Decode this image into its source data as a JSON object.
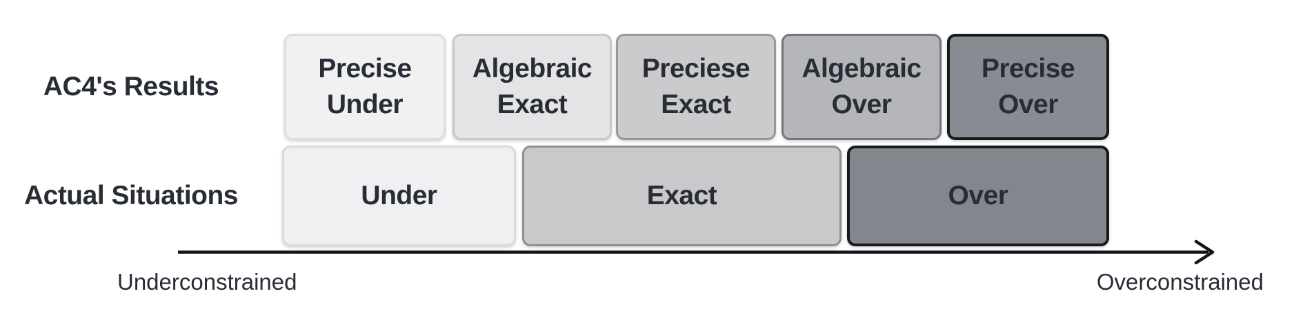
{
  "text_color": "#272c35",
  "rows": [
    {
      "label": "AC4's Results",
      "boxes": [
        {
          "label": "Precise\nUnder",
          "fill": "#f1f1f2",
          "border": "#dddde0"
        },
        {
          "label": "Algebraic\nExact",
          "fill": "#e4e4e6",
          "border": "#c8c8cb"
        },
        {
          "label": "Preciese\nExact",
          "fill": "#cbcbce",
          "border": "#97979b"
        },
        {
          "label": "Algebraic\nOver",
          "fill": "#b5b6ba",
          "border": "#74767b"
        },
        {
          "label": "Precise\nOver",
          "fill": "#878b92",
          "border": "#17191d"
        }
      ]
    },
    {
      "label": "Actual Situations",
      "boxes": [
        {
          "label": "Under",
          "fill": "#f0f0f2",
          "border": "#dbdbde"
        },
        {
          "label": "Exact",
          "fill": "#c9c9cc",
          "border": "#909094"
        },
        {
          "label": "Over",
          "fill": "#83868c",
          "border": "#17191d"
        }
      ]
    }
  ],
  "axis": {
    "start_label": "Underconstrained",
    "end_label": "Overconstrained",
    "color": "#131519"
  }
}
